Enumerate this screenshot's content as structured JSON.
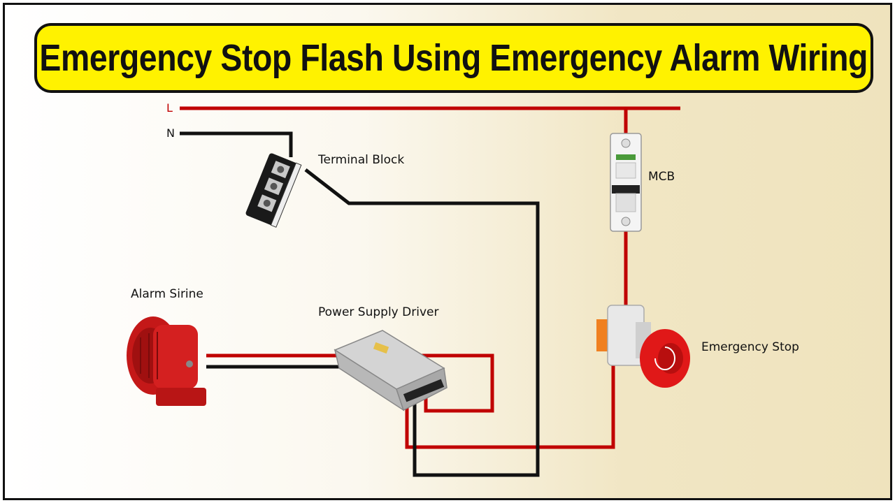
{
  "title": "Emergency Stop Flash Using Emergency Alarm Wiring",
  "rails": {
    "line": "L",
    "neutral": "N"
  },
  "labels": {
    "terminal_block": "Terminal Block",
    "mcb": "MCB",
    "alarm": "Alarm Sirine",
    "power_supply": "Power Supply Driver",
    "emergency_stop": "Emergency Stop"
  },
  "colors": {
    "title_bg": "#fff200",
    "live_wire": "#c00000",
    "neutral_wire": "#111111",
    "siren": "#d42020",
    "estop_button": "#e01818",
    "estop_body": "#e8e8e8",
    "estop_tab": "#f08020",
    "psu": "#c8c8c8"
  }
}
